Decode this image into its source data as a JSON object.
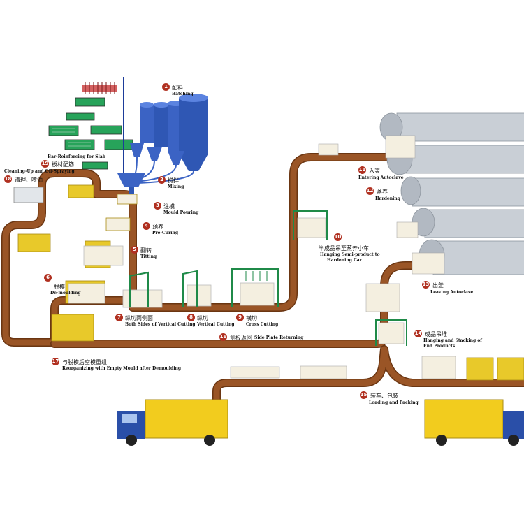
{
  "colors": {
    "track": "#8a4a1c",
    "crate": "#e8c92a",
    "silo": "#3b63c4",
    "frame": "#27a35a",
    "autoclave": "#c9cfd6",
    "truck_cab": "#2a4fa8",
    "badge": "#b03020"
  },
  "steps": [
    {
      "num": "1",
      "cn": "配料",
      "en": "Batching"
    },
    {
      "num": "2",
      "cn": "搅拌",
      "en": "Mixing"
    },
    {
      "num": "3",
      "cn": "注模",
      "en": "Mould Pouring"
    },
    {
      "num": "4",
      "cn": "预养",
      "en": "Pre-Curing"
    },
    {
      "num": "5",
      "cn": "翻转",
      "en": "Titting"
    },
    {
      "num": "6",
      "cn": "脱模",
      "en": "De-moulding"
    },
    {
      "num": "7",
      "cn": "纵切两侧面",
      "en": "Both Sides of Vertical Cutting"
    },
    {
      "num": "8",
      "cn": "纵切",
      "en": "Vertical Cutting"
    },
    {
      "num": "9",
      "cn": "横切",
      "en": "Cross Cutting"
    },
    {
      "num": "10",
      "cn": "半成品吊至蒸养小车",
      "en": "Hanging Semi-product to",
      "en2": "Hardening Car"
    },
    {
      "num": "11",
      "cn": "入釜",
      "en": "Entering Autoclave"
    },
    {
      "num": "12",
      "cn": "蒸养",
      "en": "Hardening"
    },
    {
      "num": "13",
      "cn": "出釜",
      "en": "Leaving Autoclave"
    },
    {
      "num": "14",
      "cn": "成品吊堆",
      "en": "Hanging and Stacking of",
      "en2": "End Products"
    },
    {
      "num": "15",
      "cn": "装车、包装",
      "en": "Loading and Packing"
    },
    {
      "num": "16",
      "cn": "侧板返回",
      "en": "Side Plate Returning"
    },
    {
      "num": "17",
      "cn": "与脱模后空模重组",
      "en": "Reorganizing with Empty Mould after Demoulding"
    },
    {
      "num": "18",
      "cn": "清理、喷油",
      "en": "Cleaning-Up and Oil-Spraying"
    },
    {
      "num": "19",
      "cn": "板材配筋",
      "en": "Bar-Reinforcing for Slab"
    }
  ]
}
